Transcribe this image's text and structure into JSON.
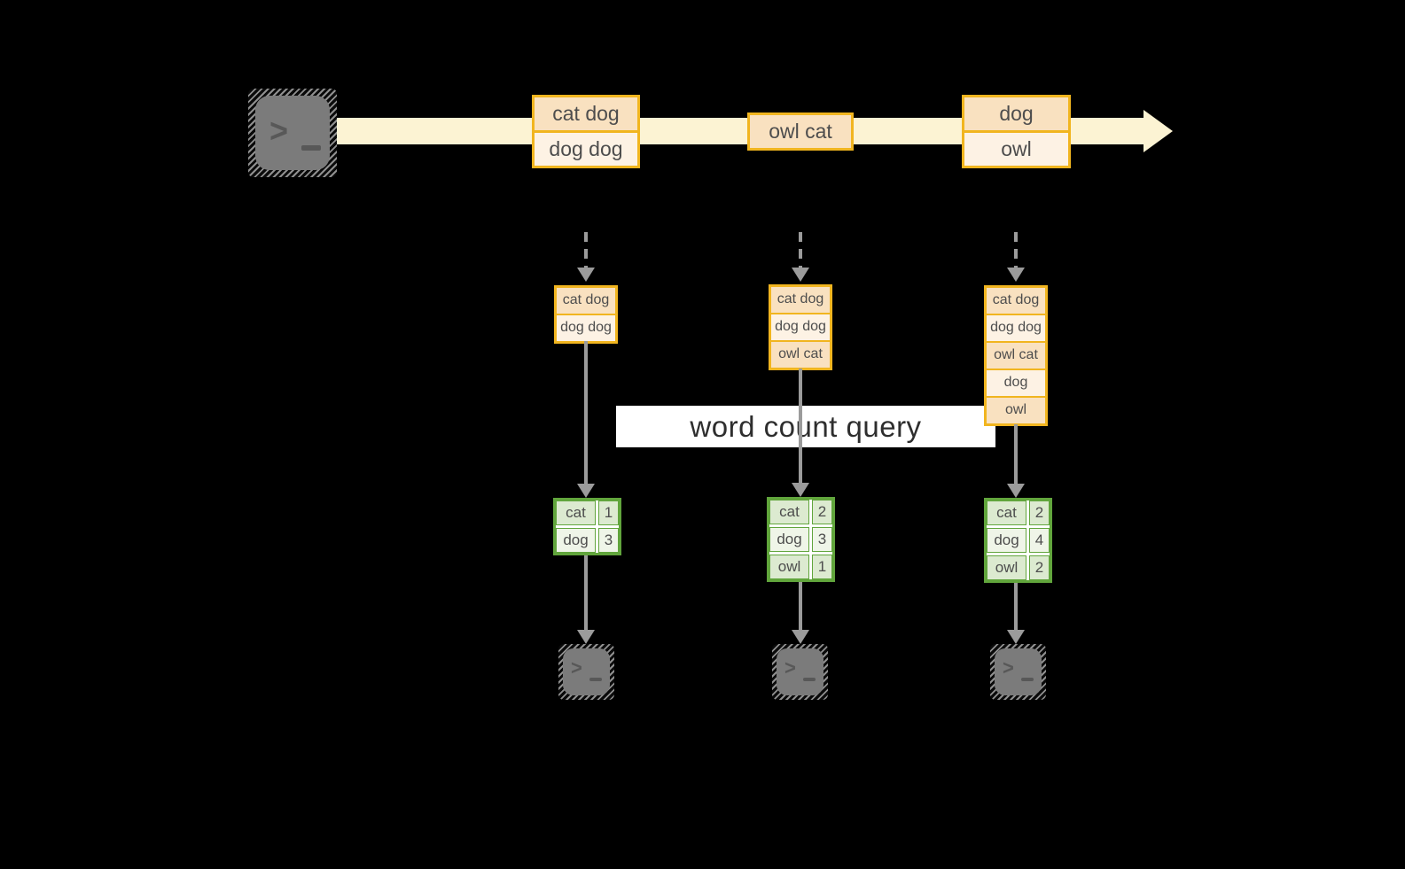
{
  "banner": {
    "label": "word count query"
  },
  "stream": {
    "messages": [
      {
        "lines": [
          "cat dog",
          "dog dog"
        ]
      },
      {
        "lines": [
          "owl cat"
        ]
      },
      {
        "lines": [
          "dog",
          "owl"
        ]
      }
    ]
  },
  "stages": [
    {
      "buffer": [
        "cat dog",
        "dog dog"
      ],
      "counts": [
        {
          "word": "cat",
          "count": 1
        },
        {
          "word": "dog",
          "count": 3
        }
      ]
    },
    {
      "buffer": [
        "cat dog",
        "dog dog",
        "owl cat"
      ],
      "counts": [
        {
          "word": "cat",
          "count": 2
        },
        {
          "word": "dog",
          "count": 3
        },
        {
          "word": "owl",
          "count": 1
        }
      ]
    },
    {
      "buffer": [
        "cat dog",
        "dog dog",
        "owl cat",
        "dog",
        "owl"
      ],
      "counts": [
        {
          "word": "cat",
          "count": 2
        },
        {
          "word": "dog",
          "count": 4
        },
        {
          "word": "owl",
          "count": 2
        }
      ]
    }
  ],
  "colors": {
    "background": "#000000",
    "stream_arrow": "#fcf3d3",
    "message_border": "#f1b51f",
    "message_fill_dark": "#f9e1c0",
    "message_fill_light": "#fdf2e4",
    "table_border": "#61a53c",
    "table_fill_dark": "#dcead0",
    "table_fill_light": "#eff5e8",
    "connector_gray": "#9b9b9b",
    "banner_background": "#ffffff"
  }
}
